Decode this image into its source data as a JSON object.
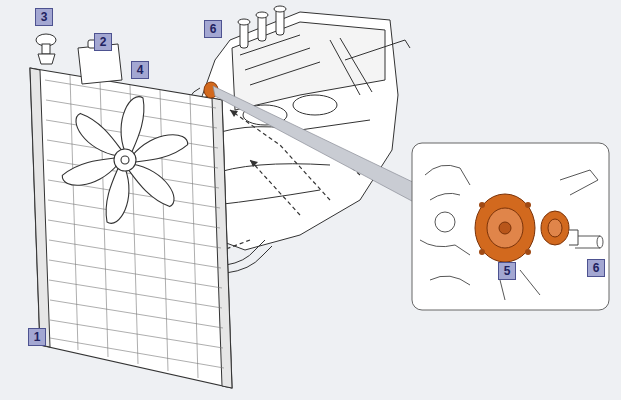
{
  "diagram": {
    "labels": [
      "3",
      "6",
      "2",
      "4",
      "5",
      "6",
      "1"
    ]
  }
}
